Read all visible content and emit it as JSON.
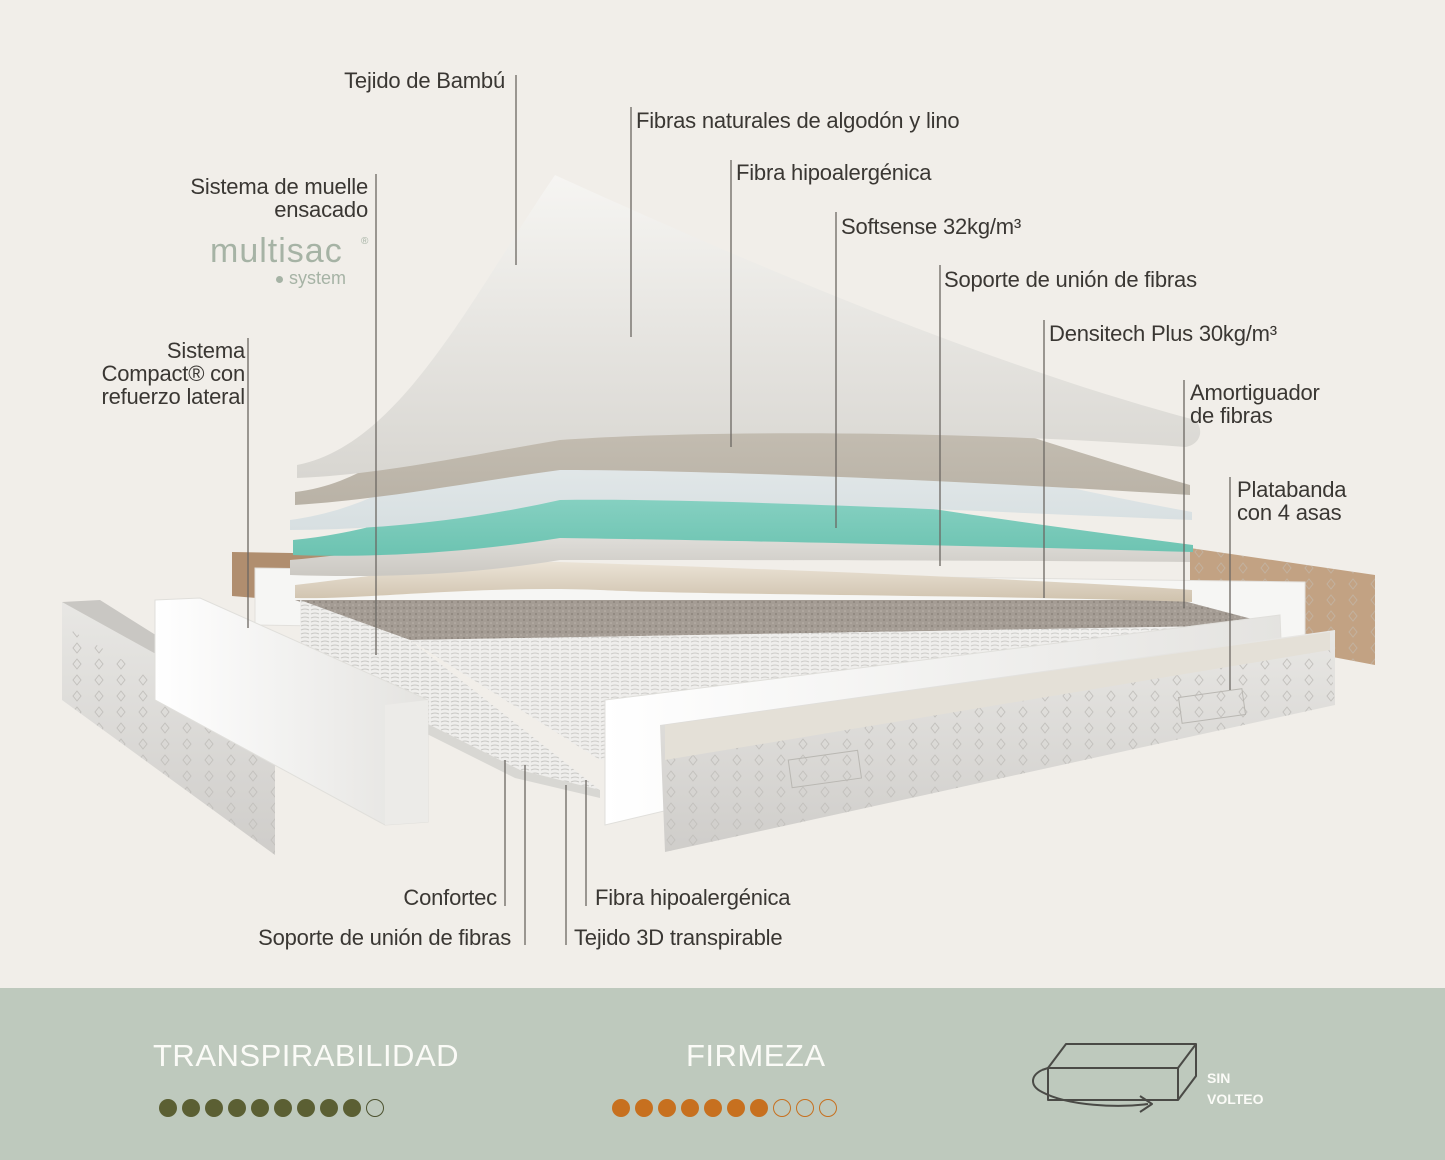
{
  "top_labels": {
    "bamboo": "Tejido de Bambú",
    "natural_fibers": "Fibras naturales de algodón y lino",
    "hypo_top": "Fibra hipoalergénica",
    "softsense": "Softsense 32kg/m³",
    "union_top": "Soporte de unión de fibras",
    "densitech": "Densitech Plus 30kg/m³",
    "amortiguador_1": "Amortiguador",
    "amortiguador_2": "de fibras",
    "platabanda_1": "Platabanda",
    "platabanda_2": "con 4 asas",
    "muelle_1": "Sistema de muelle",
    "muelle_2": "ensacado",
    "compact_1": "Sistema",
    "compact_2": "Compact® con",
    "compact_3": "refuerzo lateral"
  },
  "brand": {
    "word": "multisac",
    "registered": "®",
    "sub": "system"
  },
  "bottom_labels": {
    "confortec": "Confortec",
    "union_bottom": "Soporte de unión de fibras",
    "hypo_bottom": "Fibra hipoalergénica",
    "tejido3d": "Tejido 3D transpirable"
  },
  "features": {
    "breathability": {
      "title": "TRANSPIRABILIDAD",
      "rating": 9,
      "max": 10,
      "color": "#5b5f33"
    },
    "firmness": {
      "title": "FIRMEZA",
      "rating": 7,
      "max": 10,
      "color": "#c7701f"
    },
    "no_flip": {
      "line1": "SIN",
      "line2": "VOLTEO",
      "icon": "mattress-rotate-icon"
    }
  },
  "colors": {
    "background": "#f1eee9",
    "footer": "#bec9bd",
    "foam_teal": "#8fd4c7",
    "text": "#3a3733"
  }
}
